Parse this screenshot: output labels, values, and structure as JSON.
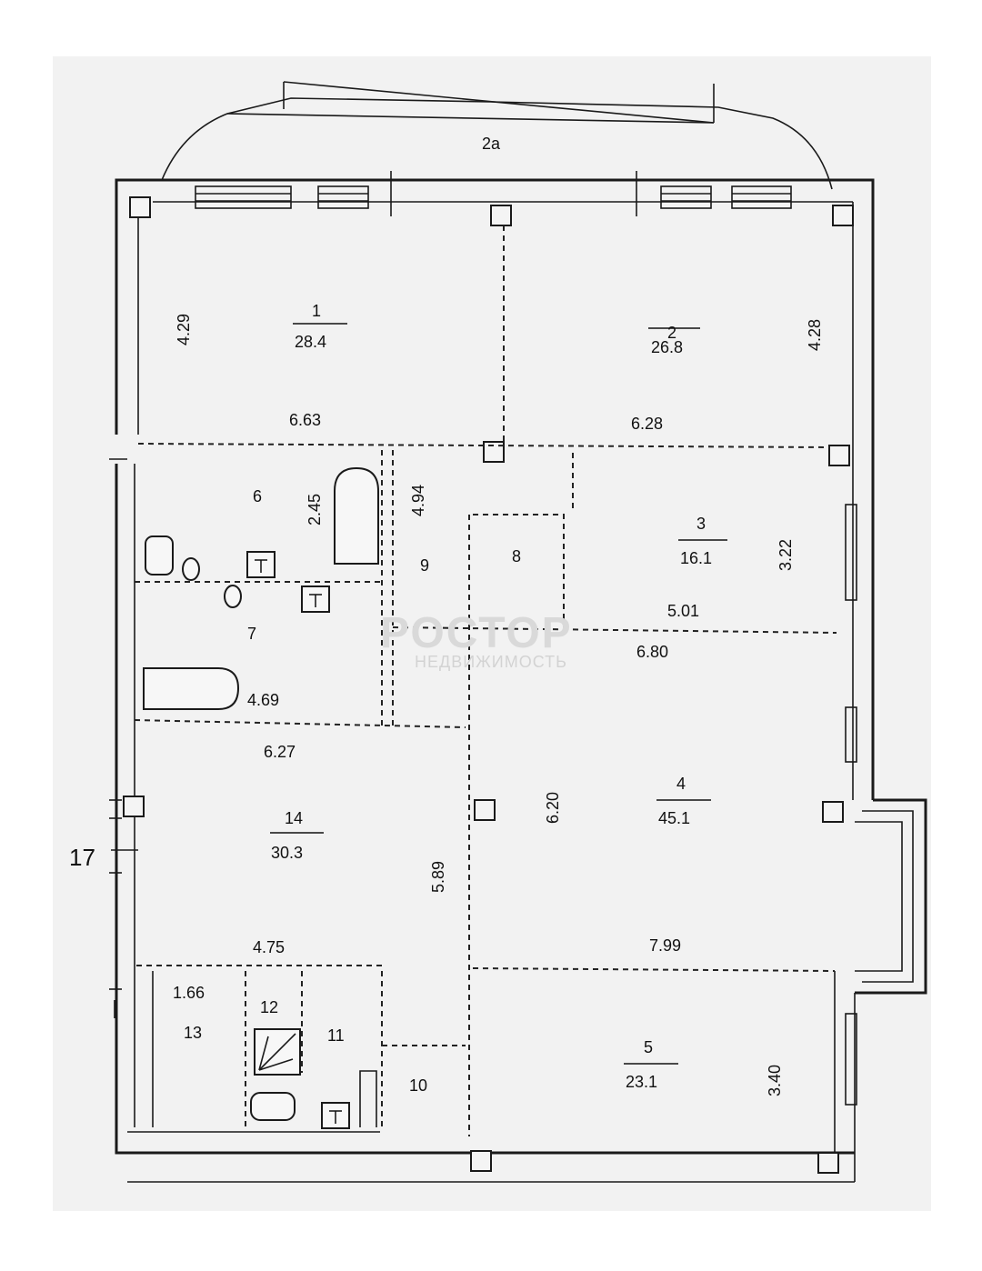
{
  "balcony": {
    "label": "2а"
  },
  "outside_label": "17",
  "rooms": [
    {
      "number": "1",
      "area": "28.4"
    },
    {
      "number": "2",
      "area": "26.8"
    },
    {
      "number": "3",
      "area": "16.1"
    },
    {
      "number": "4",
      "area": "45.1"
    },
    {
      "number": "5",
      "area": "23.1"
    },
    {
      "number": "14",
      "area": "30.3"
    }
  ],
  "room_numbers": [
    "6",
    "7",
    "8",
    "9",
    "10",
    "11",
    "12",
    "13"
  ],
  "dimensions": [
    "4.29",
    "4.28",
    "6.63",
    "6.28",
    "2.45",
    "4.94",
    "3.22",
    "5.01",
    "6.80",
    "4.69",
    "6.27",
    "6.20",
    "5.89",
    "4.75",
    "7.99",
    "1.66",
    "3.40"
  ],
  "watermark": {
    "brand": "РОСТОР",
    "sub": "НЕДВИЖИМОСТЬ"
  }
}
